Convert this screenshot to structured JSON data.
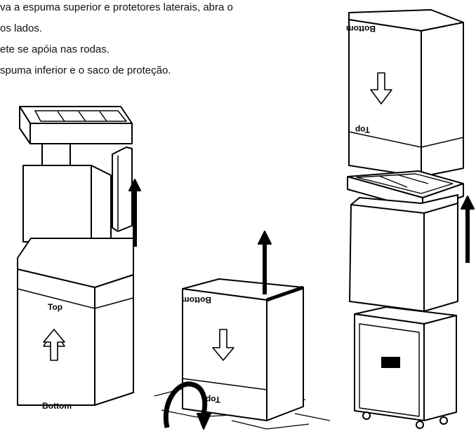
{
  "instructions": {
    "line1": "va a espuma superior e protetores laterais, abra o",
    "line2": "os lados.",
    "line3": "ete se apóia nas rodas.",
    "line4": "spuma inferior e o saco de proteção."
  },
  "box_labels": {
    "top": "Top",
    "bottom": "Bottom"
  },
  "colors": {
    "stroke": "#000000",
    "fill": "#ffffff"
  },
  "icons": [
    "up-arrow-icon",
    "down-arrow-icon",
    "rotate-arrow-icon"
  ]
}
